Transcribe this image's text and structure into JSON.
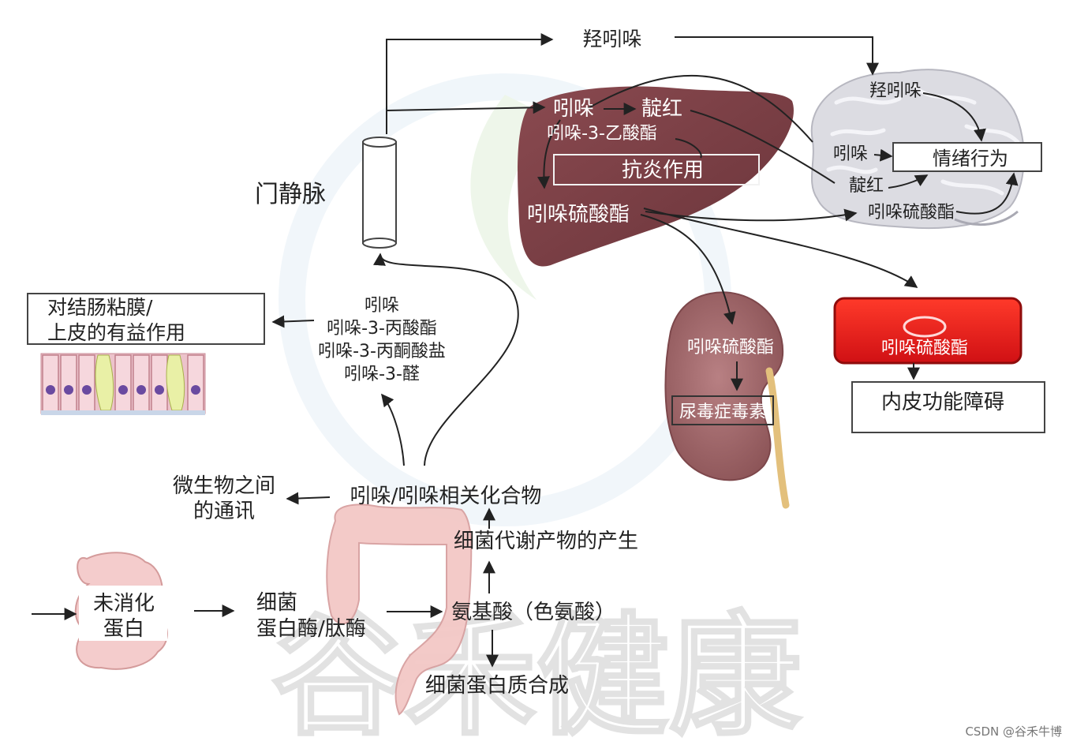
{
  "diagram": {
    "nodes": {
      "hydroxyindole_top": "羟吲哚",
      "hydroxyindole_brain": "羟吲哚",
      "indole_liver": "吲哚",
      "indirubin_liver": "靛红",
      "indole_acetate": "吲哚-3-乙酸酯",
      "anti_inflammatory": "抗炎作用",
      "indoxyl_sulfate_liver": "吲哚硫酸酯",
      "portal_vein": "门静脉",
      "indole_brain": "吲哚",
      "indirubin_brain": "靛红",
      "emotional_behavior": "情绪行为",
      "indoxyl_sulfate_brain": "吲哚硫酸酯",
      "indoxyl_sulfate_kidney": "吲哚硫酸酯",
      "uremic_toxin": "尿毒症毒素",
      "indoxyl_sulfate_vessel": "吲哚硫酸酯",
      "endothelial_dysfunction": "内皮功能障碍",
      "colon_benefit_line1": "对结肠粘膜/",
      "colon_benefit_line2": "上皮的有益作用",
      "gut_products": [
        "吲哚",
        "吲哚-3-丙酸酯",
        "吲哚-3-丙酮酸盐",
        "吲哚-3-醛"
      ],
      "indole_compounds": "吲哚/吲哚相关化合物",
      "microbe_comm_line1": "微生物之间",
      "microbe_comm_line2": "的通讯",
      "bacterial_metabolites": "细菌代谢产物的产生",
      "undigested_line1": "未消化",
      "undigested_line2": "蛋白",
      "bacteria_line1": "细菌",
      "bacteria_line2": "蛋白酶/肽酶",
      "amino_acid": "氨基酸（色氨酸）",
      "bacterial_protein": "细菌蛋白质合成"
    },
    "watermark": "谷禾健康",
    "credit": "CSDN @谷禾牛博"
  },
  "colors": {
    "liver": "#7b3f45",
    "kidney": "#9c5f62",
    "vessel_red": "#e4161c",
    "brain": "#d9d9df",
    "intestine": "#f2c3c3",
    "epithelium": "#f2c8d0"
  }
}
